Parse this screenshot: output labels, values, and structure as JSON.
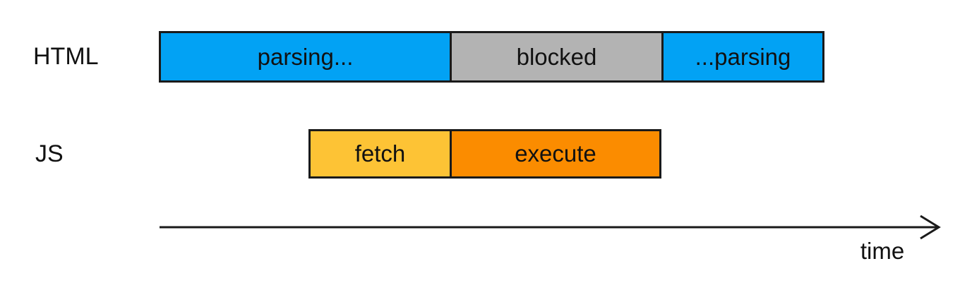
{
  "diagram": {
    "rows": [
      {
        "label": "HTML",
        "segments": [
          {
            "label": "parsing...",
            "color": "parsing"
          },
          {
            "label": "blocked",
            "color": "blocked"
          },
          {
            "label": "...parsing",
            "color": "parsing"
          }
        ]
      },
      {
        "label": "JS",
        "segments": [
          {
            "label": "fetch",
            "color": "fetch"
          },
          {
            "label": "execute",
            "color": "execute"
          }
        ]
      }
    ],
    "axis": {
      "label": "time"
    }
  },
  "colors": {
    "parsing": "#02a2f4",
    "blocked": "#b3b3b3",
    "fetch": "#fdc335",
    "execute": "#fb8c00",
    "stroke": "#1a1a1a",
    "text": "#111111",
    "background": "#ffffff"
  }
}
